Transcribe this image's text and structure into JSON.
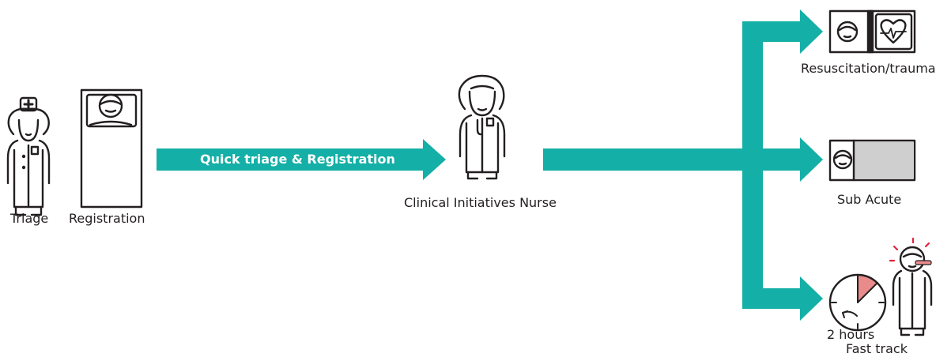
{
  "colors": {
    "arrow": "#14afa6",
    "ink": "#231f20",
    "bed_fill": "#cfcfcf",
    "clock_wedge": "#e98b8b",
    "heat_marks": "#e4223b"
  },
  "flow": {
    "main_arrow_label": "Quick triage & Registration",
    "branch_count": 3
  },
  "stations": {
    "triage": {
      "label": "Triage",
      "icon": "triage-nurse-icon"
    },
    "registration": {
      "label": "Registration",
      "icon": "bed-icon"
    },
    "cin": {
      "label": "Clinical Initiatives Nurse",
      "icon": "nurse-icon"
    },
    "resus": {
      "label": "Resuscitation/trauma",
      "icon": "resuscitation-bed-icon"
    },
    "subacute": {
      "label": "Sub Acute",
      "icon": "bed-icon"
    },
    "fasttrack": {
      "time_label": "2 hours",
      "label": "Fast track",
      "icon": "clock-and-feverish-patient-icon"
    }
  }
}
